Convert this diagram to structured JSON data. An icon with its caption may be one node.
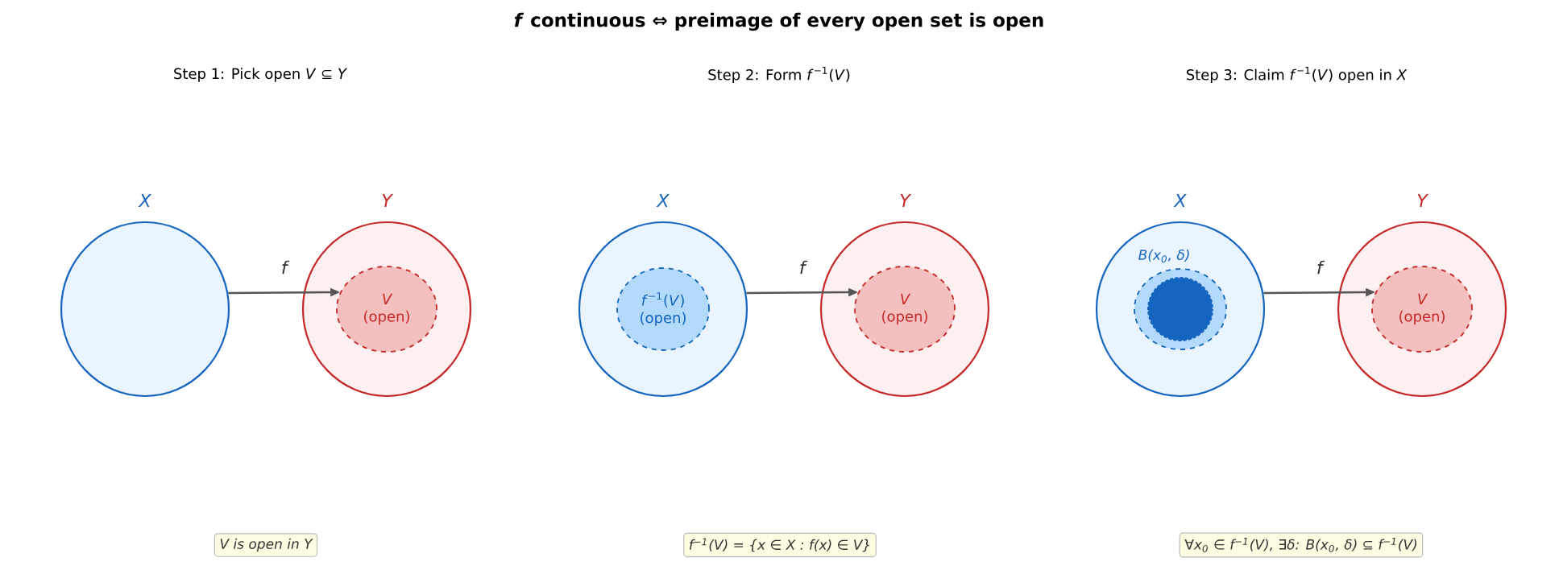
{
  "diagram": {
    "title": "*f* continuous ⇔ preimage of every open set is open",
    "nodes": [
      {
        "text": [
          "X"
        ]
      },
      {
        "text": [
          "Y"
        ]
      },
      {
        "text": [
          "*V* (open)"
        ],
        "in": 1
      },
      {
        "text": [
          "X"
        ]
      },
      {
        "text": [
          "*f*$^{−1}$(*V*) (open)"
        ],
        "in": 3
      },
      {
        "text": [
          "Y"
        ]
      },
      {
        "text": [
          "*V* (open)"
        ],
        "in": 5
      },
      {
        "text": [
          "X"
        ]
      },
      {
        "text": [],
        "shape": "ellipse",
        "in": 7
      },
      {
        "text": [
          "B(x$_{0}$, δ)"
        ],
        "in": 8
      },
      {
        "text": [
          "Y"
        ]
      },
      {
        "text": [
          "*V* (open)"
        ],
        "in": 10
      },
      {
        "text": [
          "V is open in Y"
        ]
      },
      {
        "text": [
          "f$^{−1}$(V) = {x ∈ X : f(x) ∈ V}"
        ]
      },
      {
        "text": [
          "∀x$_{0}$ ∈ f$^{−1}$(V), ∃δ: B(x$_{0}$, δ) ⊆ f$^{−1}$(V)"
        ]
      }
    ],
    "edges": [
      {
        "from": 0,
        "to": 2,
        "arrow": "to",
        "label": "f"
      },
      {
        "from": 3,
        "to": 6,
        "arrow": "to",
        "label": "f"
      },
      {
        "from": 7,
        "to": 11,
        "arrow": "to",
        "label": "f"
      }
    ],
    "labels": [
      "Step 1: Pick open *V* ⊆ *Y*",
      "Step 2: Form *f*$^{−1}$(*V*)",
      "Step 3: Claim *f*$^{−1}$(*V*) open in *X*"
    ]
  }
}
